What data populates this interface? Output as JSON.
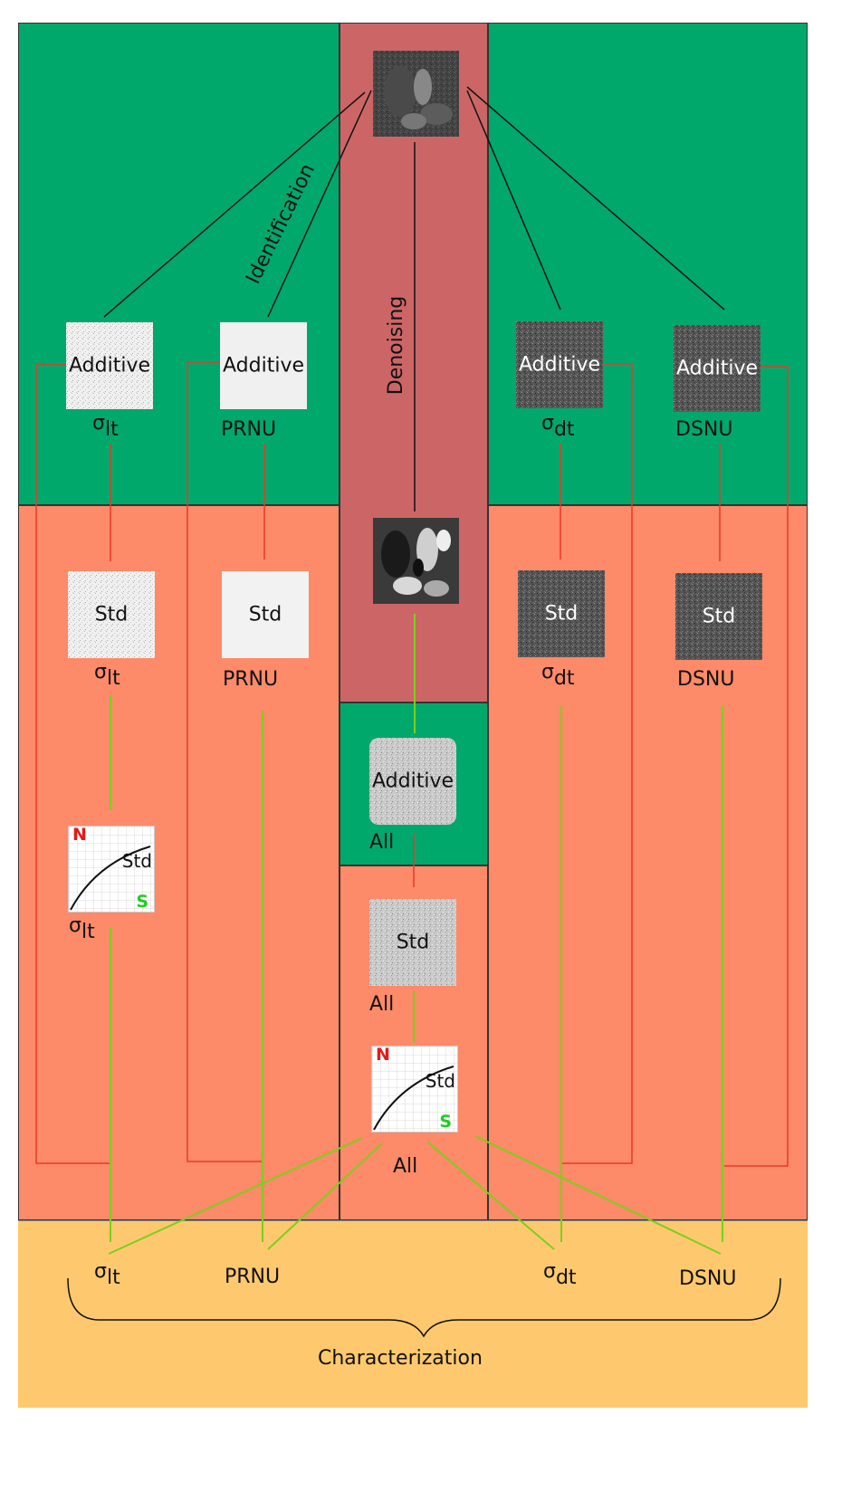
{
  "labels": {
    "additive": "Additive",
    "std": "Std",
    "identification": "Identification",
    "denoising": "Denoising",
    "characterization": "Characterization",
    "prnu": "PRNU",
    "dsnu": "DSNU",
    "all": "All",
    "sigma": "σ",
    "lt": "lt",
    "dt": "dt",
    "n": "N",
    "s": "S"
  },
  "colors": {
    "green_region": "#00a86b",
    "salmon_region": "#fd8a68",
    "rose_region": "#cc6666",
    "orange_region": "#fec96e",
    "red_link": "#e53b2c",
    "green_link": "#7ccf1c",
    "black_link": "#111111"
  }
}
